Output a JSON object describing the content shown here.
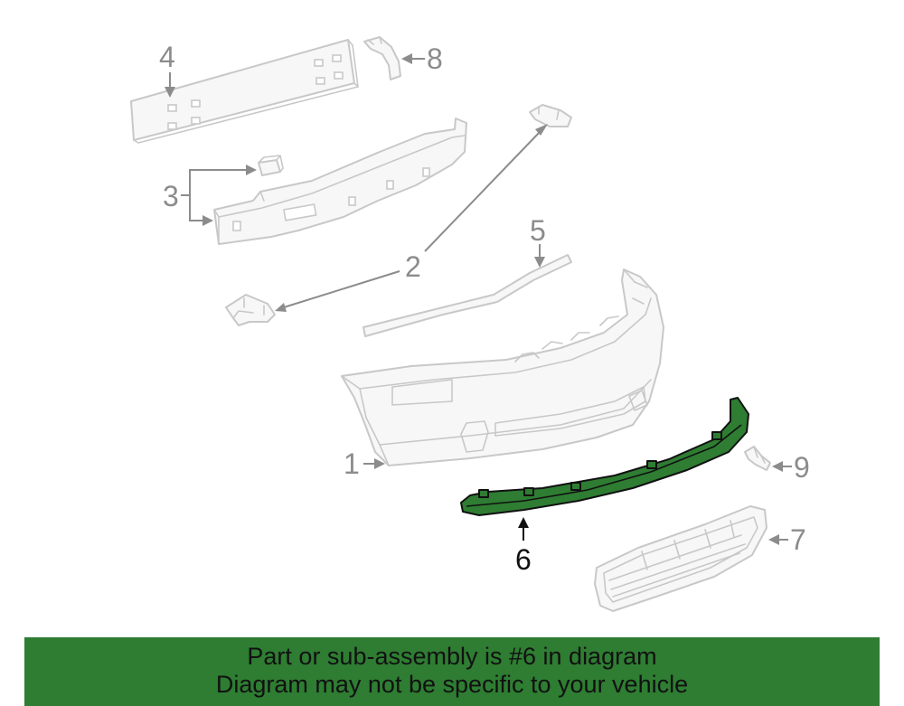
{
  "callouts": {
    "c1": "1",
    "c2": "2",
    "c3": "3",
    "c4": "4",
    "c5": "5",
    "c6": "6",
    "c7": "7",
    "c8": "8",
    "c9": "9"
  },
  "highlighted_part": "6",
  "colors": {
    "highlight": "#2e7d32",
    "part_outline": "#c8c8c8",
    "leader": "#8c8c8c",
    "banner": "#2e7d32",
    "banner_text": "#111111"
  },
  "banner": {
    "line1": "Part or sub-assembly is #6 in diagram",
    "line2": "Diagram may not be specific to your vehicle"
  }
}
